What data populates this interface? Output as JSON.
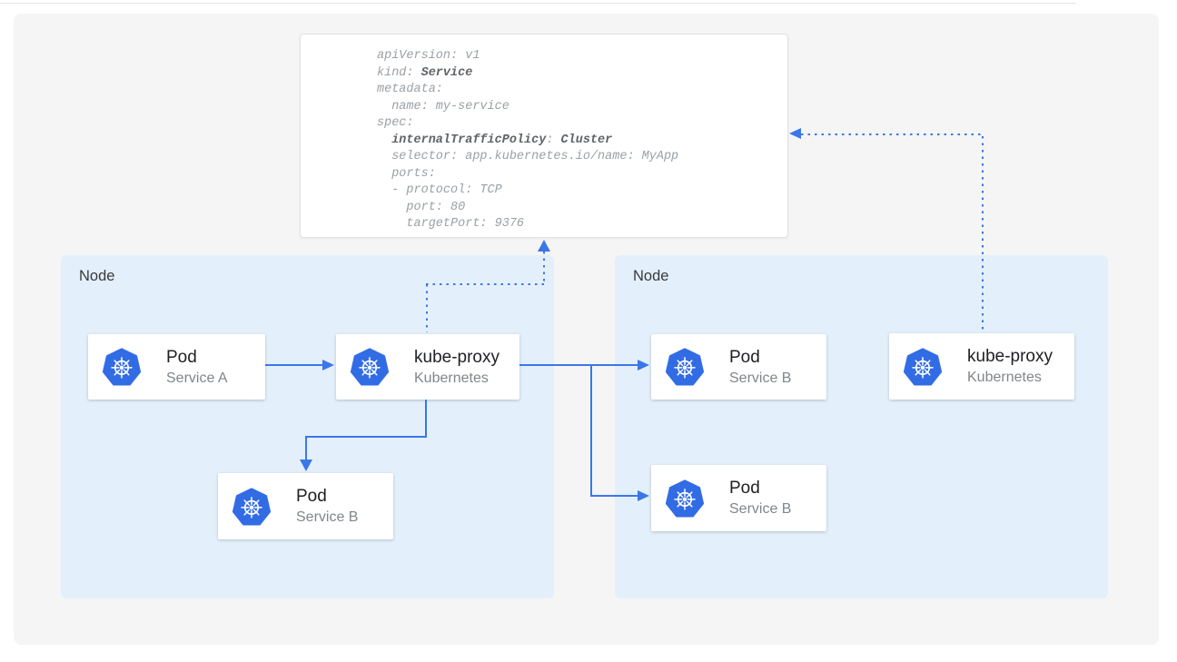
{
  "colors": {
    "page_bg": "#ffffff",
    "panel_bg": "#f5f5f6",
    "node_bg": "#e3f0fc",
    "arrow_blue": "#3b77e8",
    "kubernetes_blue": "#326ce5",
    "yaml_text": "#9aa0a6",
    "yaml_bold_text": "#5f6368",
    "card_title": "#202124",
    "card_subtitle": "#80868b"
  },
  "yaml": {
    "l1": "apiVersion: v1",
    "l2a": "kind: ",
    "l2b": "Service",
    "l3": "metadata:",
    "l4": "  name: my-service",
    "l5": "spec:",
    "l6a": "  ",
    "l6b": "internalTrafficPolicy",
    "l6c": ": ",
    "l6d": "Cluster",
    "l7": "  selector: app.kubernetes.io/name: MyApp",
    "l8": "  ports:",
    "l9": "  - protocol: TCP",
    "l10": "    port: 80",
    "l11": "    targetPort: 9376"
  },
  "nodes": [
    {
      "label": "Node",
      "cards": [
        {
          "icon": "kubernetes-helm-wheel",
          "title": "Pod",
          "subtitle": "Service A"
        },
        {
          "icon": "kubernetes-helm-wheel",
          "title": "kube-proxy",
          "subtitle": "Kubernetes"
        },
        {
          "icon": "kubernetes-helm-wheel",
          "title": "Pod",
          "subtitle": "Service B"
        }
      ]
    },
    {
      "label": "Node",
      "cards": [
        {
          "icon": "kubernetes-helm-wheel",
          "title": "Pod",
          "subtitle": "Service B"
        },
        {
          "icon": "kubernetes-helm-wheel",
          "title": "Pod",
          "subtitle": "Service B"
        },
        {
          "icon": "kubernetes-helm-wheel",
          "title": "kube-proxy",
          "subtitle": "Kubernetes"
        }
      ]
    }
  ]
}
